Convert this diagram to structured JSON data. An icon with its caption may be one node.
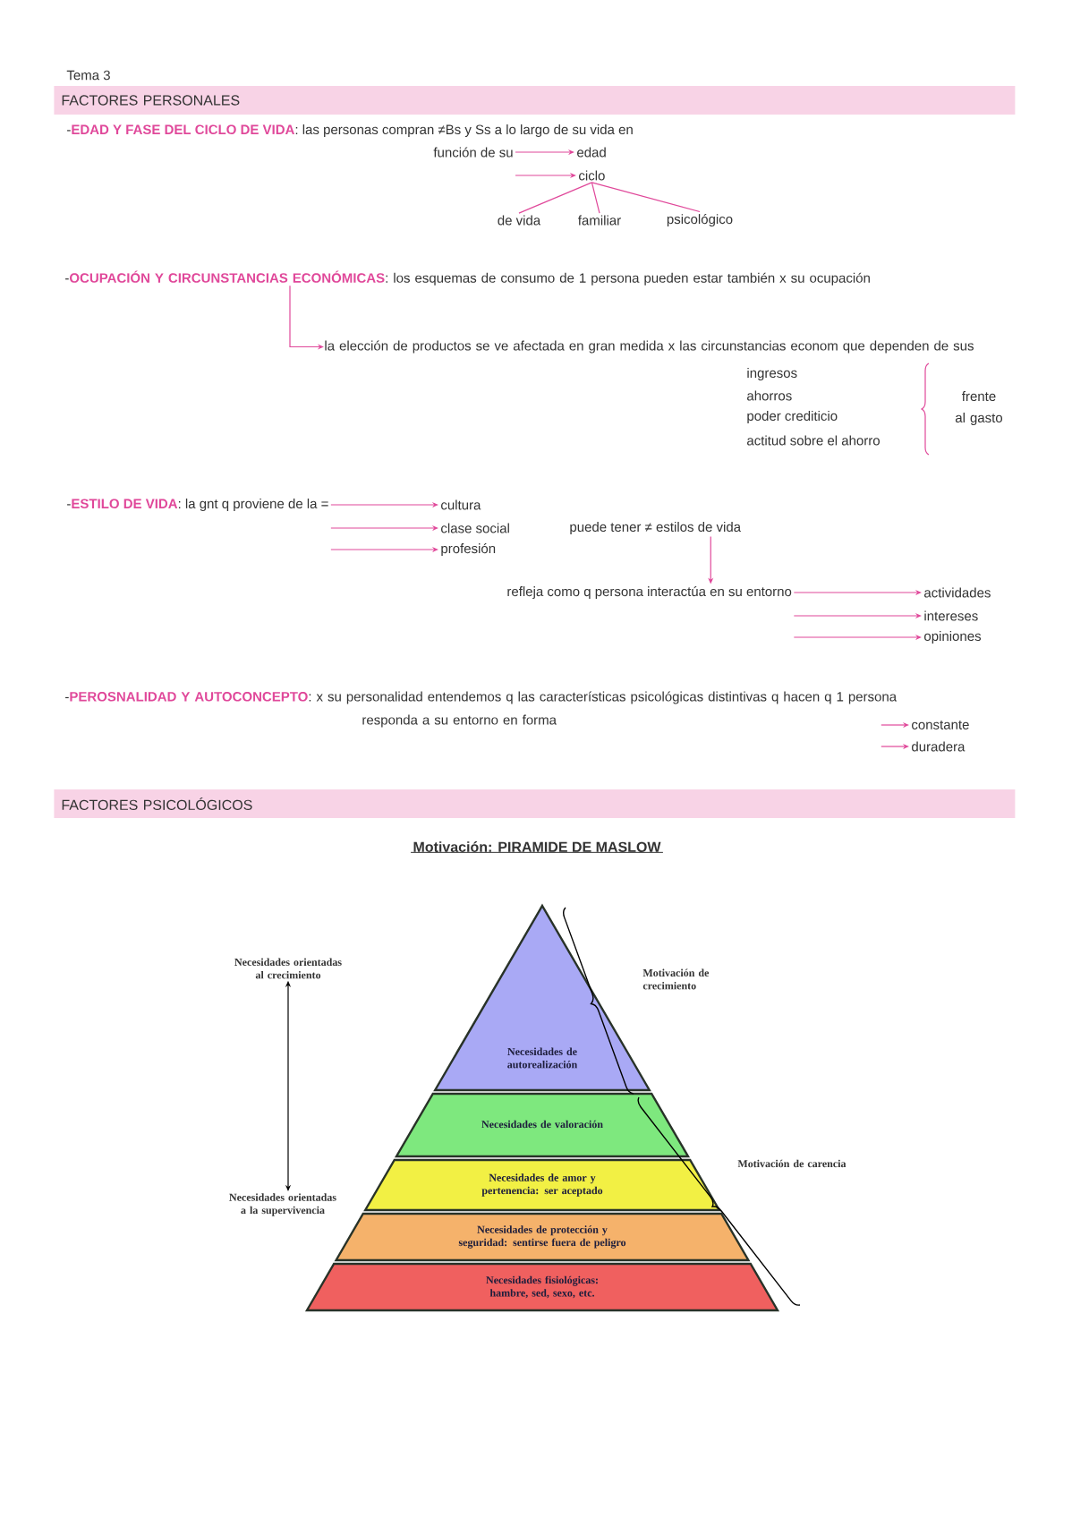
{
  "diagram": {
    "nodes": [
      {
        "text": [
          "FACTORES PERSONALES"
        ]
      },
      {
        "text": [
          "función de su"
        ]
      },
      {
        "text": [
          "edad"
        ]
      },
      {
        "text": [
          "ciclo"
        ]
      },
      {
        "text": [
          "de vida"
        ]
      },
      {
        "text": [
          "familiar"
        ]
      },
      {
        "text": [
          "psicológico"
        ]
      },
      {
        "text": [
          "-**OCUPACIÓN Y CIRCUNSTANCIAS ECONÓMICAS**: los esquemas de consumo de 1 persona pueden estar también x su ocupación"
        ]
      },
      {
        "text": [
          "la elección de productos se ve afectada en gran medida x las circunstancias econom que dependen de sus"
        ]
      },
      {
        "text": [
          "-**ESTILO DE VIDA**: la gnt q proviene de la ="
        ]
      },
      {
        "text": [
          "cultura"
        ]
      },
      {
        "text": [
          "clase social"
        ]
      },
      {
        "text": [
          "profesión"
        ]
      },
      {
        "text": [
          "puede tener ≠ estilos de vida"
        ]
      },
      {
        "text": [
          "refleja como q persona interactúa en su entorno"
        ]
      },
      {
        "text": [
          "actividades"
        ]
      },
      {
        "text": [
          "intereses"
        ]
      },
      {
        "text": [
          "opiniones"
        ]
      },
      {
        "text": [
          "-**PEROSNALIDAD Y AUTOCONCEPTO**: x su personalidad entendemos q las características psicológicas distintivas q hacen q 1 persona responda a su entorno en forma"
        ]
      },
      {
        "text": [
          "constante"
        ]
      },
      {
        "text": [
          "duradera"
        ]
      },
      {
        "text": [
          "FACTORES PSICOLÓGICOS"
        ]
      },
      {
        "text": [
          "Necesidades orientadas al crecimiento"
        ]
      },
      {
        "text": [
          "Necesidades de autorealización"
        ]
      },
      {
        "text": [
          "Necesidades de valoración"
        ]
      },
      {
        "text": [
          "Necesidades de amor y pertenencia: ser aceptado"
        ]
      },
      {
        "text": [
          "Necesidades de protección y seguridad: sentirse fuera de peligro"
        ]
      },
      {
        "text": [
          "Necesidades fisiológicas: hambre, sed, sexo, etc."
        ]
      },
      {
        "text": [
          "Necesidades orientadas a la supervivencia"
        ]
      }
    ],
    "edges": [
      {
        "from": 1,
        "to": 2,
        "arrow": "to"
      },
      {
        "from": 1,
        "to": 3,
        "arrow": "to"
      },
      {
        "from": 3,
        "to": 4,
        "arrow": "none"
      },
      {
        "from": 3,
        "to": 5,
        "arrow": "none"
      },
      {
        "from": 3,
        "to": 6,
        "arrow": "none"
      },
      {
        "from": 7,
        "to": 8,
        "arrow": "to"
      },
      {
        "from": 9,
        "to": 10,
        "arrow": "to"
      },
      {
        "from": 9,
        "to": 11,
        "arrow": "to"
      },
      {
        "from": 9,
        "to": 12,
        "arrow": "to"
      },
      {
        "from": 13,
        "to": 14,
        "arrow": "to"
      },
      {
        "from": 14,
        "to": 15,
        "arrow": "to"
      },
      {
        "from": 14,
        "to": 16,
        "arrow": "to"
      },
      {
        "from": 14,
        "to": 17,
        "arrow": "to"
      },
      {
        "from": 18,
        "to": 19,
        "arrow": "to"
      },
      {
        "from": 18,
        "to": 20,
        "arrow": "to"
      },
      {
        "from": 22,
        "to": 28,
        "arrow": "both",
        "color": "#000000"
      }
    ],
    "labels": [
      "Tema 3",
      "-**EDAD Y FASE DEL CICLO DE VIDA**: las personas compran ≠Bs y Ss a lo largo de su vida en",
      "ingresos",
      "ahorros",
      "poder crediticio",
      "actitud sobre el ahorro",
      "frente al gasto",
      "Motivación: PIRAMIDE DE MASLOW",
      "Motivación de crecimiento",
      "Motivación de carencia"
    ]
  }
}
